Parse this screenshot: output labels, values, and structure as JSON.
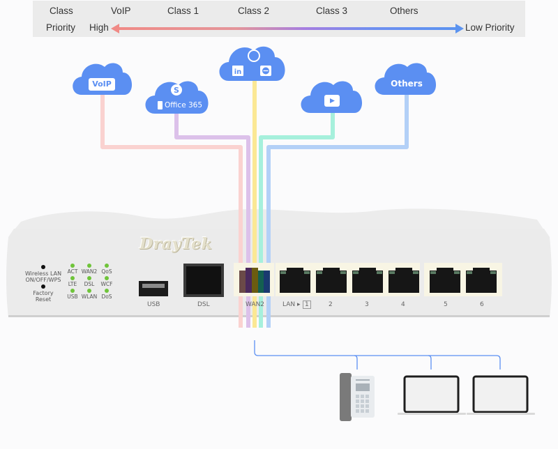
{
  "legend": {
    "row_class_label": "Class",
    "row_priority_label": "Priority",
    "classes": [
      "VoIP",
      "Class 1",
      "Class 2",
      "Class 3",
      "Others"
    ],
    "high_label": "High",
    "low_label": "Low Priority",
    "arrow_colors": {
      "start": "#f08a86",
      "middle": "#a67ee0",
      "end": "#5b93f0"
    }
  },
  "clouds": [
    {
      "name": "voip",
      "label": "VoIP",
      "icons": []
    },
    {
      "name": "office365",
      "label": "Office 365",
      "icons": [
        "skype-icon",
        "office-icon"
      ]
    },
    {
      "name": "social",
      "label": "",
      "icons": [
        "whatsapp-icon",
        "linkedin-icon",
        "teamviewer-icon"
      ]
    },
    {
      "name": "youtube",
      "label": "",
      "icons": [
        "youtube-icon"
      ]
    },
    {
      "name": "others",
      "label": "Others",
      "icons": []
    }
  ],
  "cloud_color": "#5b8ff2",
  "line_colors": {
    "voip": "#fad2d0",
    "office365": "#dcc1ea",
    "social": "#fbe894",
    "youtube": "#a6f0dc",
    "others": "#b3d0f7"
  },
  "router": {
    "brand": "DrayTek",
    "buttons": [
      {
        "label": "Wireless LAN\nON/OFF/WPS"
      },
      {
        "label": "Factory\nReset"
      }
    ],
    "leds": [
      "ACT",
      "WAN2",
      "QoS",
      "LTE",
      "DSL",
      "WCF",
      "USB",
      "WLAN",
      "DoS"
    ],
    "led_color": "#6fc43a",
    "ports": {
      "usb": "USB",
      "dsl": "DSL",
      "wan2": "WAN2",
      "lan_prefix": "LAN ▸",
      "lan": [
        "1",
        "2",
        "3",
        "4",
        "5",
        "6"
      ]
    }
  },
  "lan_line_color": "#5b8ff2",
  "devices": [
    "ip-phone",
    "laptop",
    "laptop"
  ]
}
